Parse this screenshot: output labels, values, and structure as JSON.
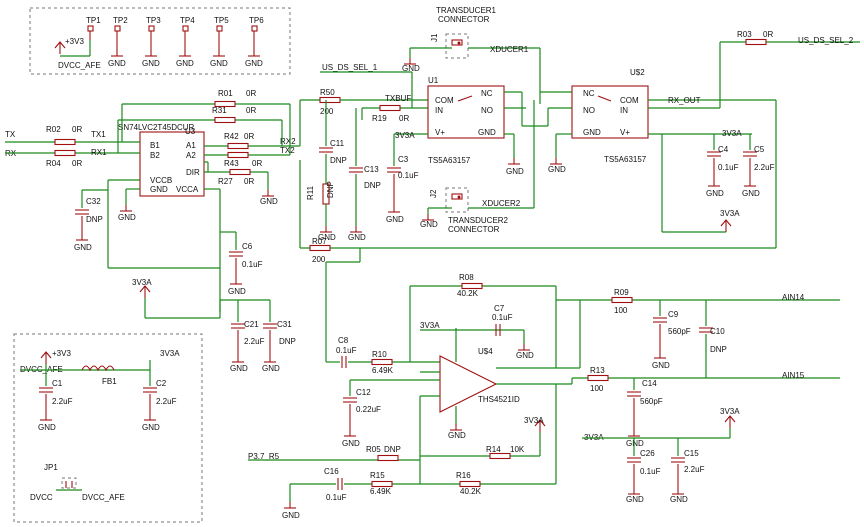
{
  "testpoints": {
    "items": [
      "TP1",
      "TP2",
      "TP3",
      "TP4",
      "TP5",
      "TP6"
    ],
    "v3": "+3V3",
    "dvcc_afe": "DVCC_AFE",
    "gnd": "GND"
  },
  "labels": {
    "tx": "TX",
    "rx": "RX",
    "tx1": "TX1",
    "rx1": "RX1",
    "tx2": "TX2",
    "rx2": "RX2",
    "txbuf": "TXBUF",
    "us_ds_sel_1": "US_DS_SEL_1",
    "us_ds_sel_2": "US_DS_SEL_2",
    "rx_out": "RX_OUT",
    "xducer1": "XDUCER1",
    "xducer2": "XDUCER2",
    "ain14": "AIN14",
    "ain15": "AIN15",
    "p3_7_r5": "P3.7_R5",
    "v3v3a": "3V3A",
    "gnd": "GND",
    "v3v3": "+3V3",
    "dvcc": "DVCC",
    "dvcc_afe": "DVCC_AFE",
    "dnp": "DNP"
  },
  "parts": {
    "u1": {
      "ref": "U1",
      "part": "TS5A63157",
      "pins": {
        "com": "COM",
        "in": "IN",
        "vp": "V+",
        "nc": "NC",
        "no": "NO",
        "gnd": "GND"
      }
    },
    "u2": {
      "ref": "U$2",
      "part": "TS5A63157",
      "pins": {
        "nc": "NC",
        "no": "NO",
        "gnd": "GND",
        "com": "COM",
        "in": "IN",
        "vp": "V+"
      }
    },
    "u3": {
      "ref": "U3",
      "part": "SN74LVC2T45DCUR",
      "pins": {
        "b1": "B1",
        "b2": "B2",
        "a1": "A1",
        "a2": "A2",
        "dir": "DIR",
        "vccb": "VCCB",
        "gnd": "GND",
        "vcca": "VCCA"
      }
    },
    "u4": {
      "ref": "U$4",
      "part": "THS4521ID"
    },
    "j1": {
      "ref": "J1",
      "name": "TRANSDUCER1",
      "sub": "CONNECTOR"
    },
    "j2": {
      "ref": "J2",
      "name": "TRANSDUCER2",
      "sub": "CONNECTOR"
    },
    "fb1": {
      "ref": "FB1"
    },
    "jp1": {
      "ref": "JP1"
    }
  },
  "components": {
    "r01": {
      "ref": "R01",
      "val": "0R"
    },
    "r31": {
      "ref": "R31",
      "val": "0R"
    },
    "r42": {
      "ref": "R42",
      "val": "0R"
    },
    "r43": {
      "ref": "R43",
      "val": "0R"
    },
    "r27": {
      "ref": "R27",
      "val": "0R"
    },
    "r02": {
      "ref": "R02",
      "val": "0R"
    },
    "r04": {
      "ref": "R04",
      "val": "0R"
    },
    "r50": {
      "ref": "R50",
      "val": "200"
    },
    "r19": {
      "ref": "R19",
      "val": "0R"
    },
    "r11": {
      "ref": "R11",
      "val": "DNP"
    },
    "r07": {
      "ref": "R07",
      "val": "200"
    },
    "r03": {
      "ref": "R03",
      "val": "0R"
    },
    "r08": {
      "ref": "R08",
      "val": "40.2K"
    },
    "r09": {
      "ref": "R09",
      "val": "100"
    },
    "r10": {
      "ref": "R10",
      "val": "6.49K"
    },
    "r13": {
      "ref": "R13",
      "val": "100"
    },
    "r05": {
      "ref": "R05",
      "val": "DNP"
    },
    "r14": {
      "ref": "R14",
      "val": "10K"
    },
    "r15": {
      "ref": "R15",
      "val": "6.49K"
    },
    "r16": {
      "ref": "R16",
      "val": "40.2K"
    },
    "c11": {
      "ref": "C11",
      "val": "DNP"
    },
    "c13": {
      "ref": "C13",
      "val": "DNP"
    },
    "c3": {
      "ref": "C3",
      "val": "0.1uF"
    },
    "c4": {
      "ref": "C4",
      "val": "0.1uF"
    },
    "c5": {
      "ref": "C5",
      "val": "2.2uF"
    },
    "c32": {
      "ref": "C32",
      "val": "DNP"
    },
    "c6": {
      "ref": "C6",
      "val": "0.1uF"
    },
    "c21": {
      "ref": "C21",
      "val": "2.2uF"
    },
    "c31": {
      "ref": "C31",
      "val": "DNP"
    },
    "c7": {
      "ref": "C7",
      "val": "0.1uF"
    },
    "c8": {
      "ref": "C8",
      "val": "0.1uF"
    },
    "c9": {
      "ref": "C9",
      "val": "560pF"
    },
    "c10": {
      "ref": "C10",
      "val": "DNP"
    },
    "c12": {
      "ref": "C12",
      "val": "0.22uF"
    },
    "c14": {
      "ref": "C14",
      "val": "560pF"
    },
    "c16": {
      "ref": "C16",
      "val": "0.1uF"
    },
    "c26": {
      "ref": "C26",
      "val": "0.1uF"
    },
    "c15": {
      "ref": "C15",
      "val": "2.2uF"
    },
    "c1": {
      "ref": "C1",
      "val": "2.2uF"
    },
    "c2": {
      "ref": "C2",
      "val": "2.2uF"
    }
  }
}
